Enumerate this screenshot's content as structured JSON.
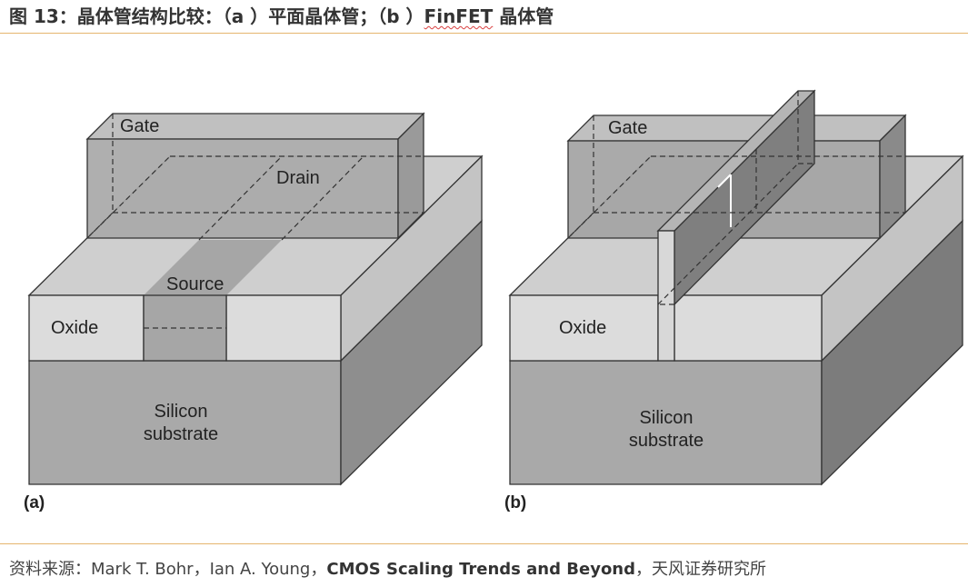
{
  "title": {
    "prefix": "图 13：晶体管结构比较：（a ）平面晶体管；（b ）",
    "fin_word": "FinFET",
    "suffix": " 晶体管"
  },
  "figure": {
    "a": {
      "panel_label": "(a)",
      "gate": "Gate",
      "drain": "Drain",
      "source": "Source",
      "oxide": "Oxide",
      "substrate_line1": "Silicon",
      "substrate_line2": "substrate"
    },
    "b": {
      "panel_label": "(b)",
      "gate": "Gate",
      "oxide": "Oxide",
      "substrate_line1": "Silicon",
      "substrate_line2": "substrate"
    }
  },
  "source_note": {
    "prefix": "资料来源：Mark T. Bohr，Ian A. Young，",
    "bold": "CMOS Scaling Trends and Beyond",
    "suffix": "，天风证券研究所"
  }
}
